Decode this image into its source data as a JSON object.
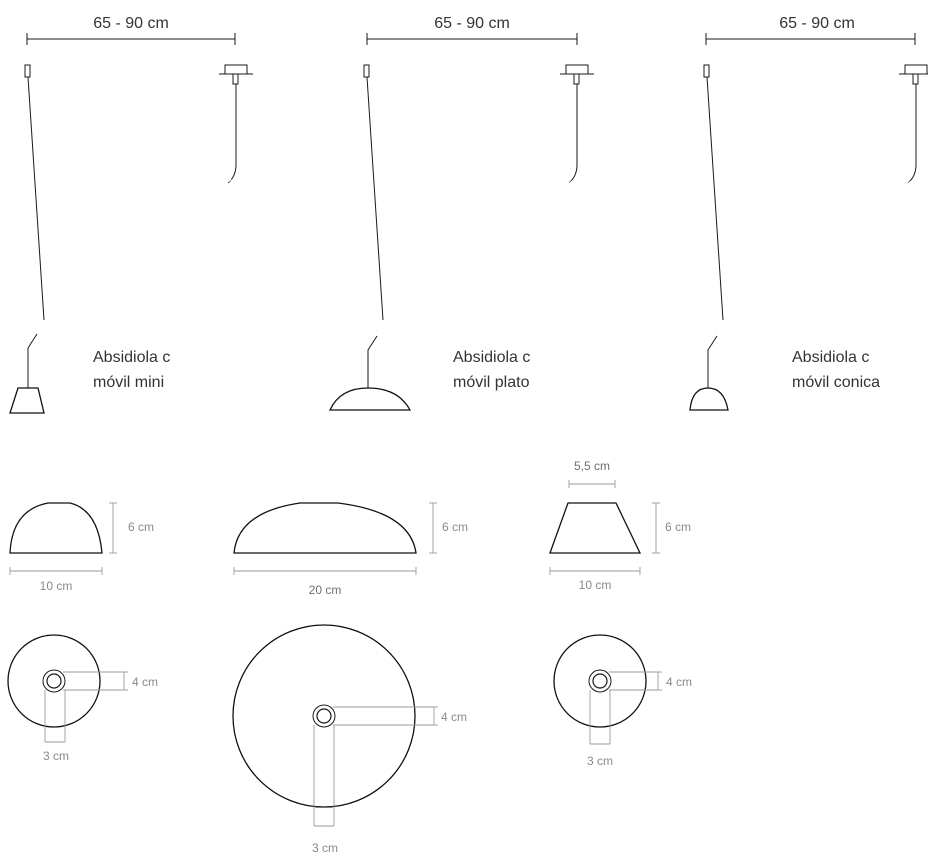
{
  "lamps": [
    {
      "span_label": "65 - 90 cm",
      "name_line1": "Absidiola c",
      "name_line2": "móvil mini"
    },
    {
      "span_label": "65 - 90 cm",
      "name_line1": "Absidiola c",
      "name_line2": "móvil plato"
    },
    {
      "span_label": "65 - 90 cm",
      "name_line1": "Absidiola c",
      "name_line2": "móvil conica"
    }
  ],
  "profiles": [
    {
      "height_label": "6 cm",
      "width_label": "10 cm"
    },
    {
      "height_label": "6 cm",
      "width_label": "20 cm"
    },
    {
      "height_label": "6 cm",
      "width_label": "10 cm",
      "top_label": "5,5 cm"
    }
  ],
  "plans": [
    {
      "offset_label": "4 cm",
      "hole_label": "3 cm"
    },
    {
      "offset_label": "4 cm",
      "hole_label": "3 cm"
    },
    {
      "offset_label": "4 cm",
      "hole_label": "3 cm"
    }
  ]
}
